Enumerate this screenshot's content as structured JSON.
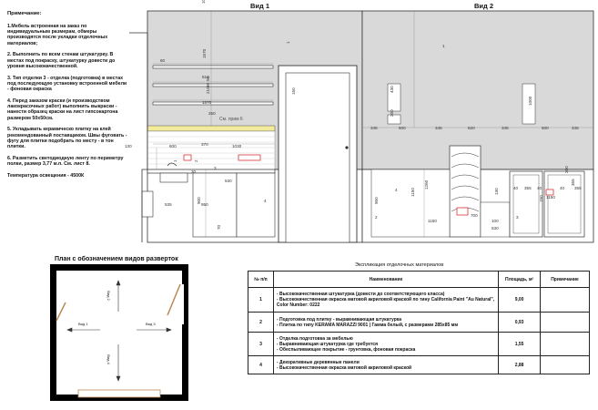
{
  "notes": {
    "heading": "Примечание:",
    "items": [
      "1.Мебель встроенная на заказ по индивидуальным размерам, обмеры производятся после укладки отделочных материалов;",
      "2. Выполнить по всем стенам штукатурку. В местах под покраску, штукатурку довести до уровня высококачественной.",
      "3. Тип отделки 3 - отделка (подготовка) в местах под последующую установку встроенной мебели - фоновая окраска",
      "4. Перед заказом краски (и производством лакокрасочных работ) выполнить выкраски - нанести образец краски на лист гипсокартона размером 50х50см.",
      "5. Укладывать керамическо плитку на клей рекомендованный поставщиком. Швы фуговать - фугу для плитки подобрать по месту - в тон плитки.",
      "6. Разметить светодиодную ленту по периметру полки, размер 3,77 м.п. См. лист 8.",
      "Температура освещения - 4500К"
    ]
  },
  "views": {
    "view1": "Вид 1",
    "view2": "Вид 2"
  },
  "elevation_labels": {
    "dims_view1": [
      "100",
      "60",
      "1570",
      "510",
      "50",
      "30",
      "210",
      "1570",
      "150",
      "1",
      "250",
      "600",
      "370",
      "1030",
      "130",
      "2",
      "1",
      "4",
      "3",
      "900",
      "535",
      "950",
      "70",
      "530",
      "30",
      "См. прим 6"
    ],
    "dims_view2": [
      "1",
      "430",
      "1000",
      "200",
      "345",
      "500",
      "345",
      "620",
      "345",
      "500",
      "345",
      "355",
      "130",
      "950",
      "4",
      "2",
      "1150",
      "1260",
      "1150",
      "700",
      "100",
      "530",
      "3",
      "40",
      "355",
      "40",
      "200",
      "150",
      "1150",
      "40",
      "355"
    ]
  },
  "plan": {
    "title": "План с обозначением видов разверток",
    "labels": [
      "Вид 1",
      "Вид 2",
      "Вид 3",
      "Вид 4"
    ]
  },
  "table": {
    "title": "Экспликация отделочных материалов",
    "headers": [
      "№ п/п",
      "Наименование",
      "Площадь, м²",
      "Примечание"
    ],
    "rows": [
      {
        "n": "1",
        "name": "- Высококачественная штукатурка (довести до соответствующего класса)\n- Высококачественная окраска матовой акриловой краской по тину California Paint \"Au Natural\", Color Number: 0222",
        "area": "9,00",
        "note": ""
      },
      {
        "n": "2",
        "name": "- Подготовка под плитку - выравнивающая штукатурка\n- Плитка по типу KERAMA MARAZZI 9001 | Гамма белый, с размерами 285х85 мм",
        "area": "0,93",
        "note": ""
      },
      {
        "n": "3",
        "name": "- Отделка подготовка за мебелью\n- Выравнивающая штукатурка где требуется\n- Обеспыливающее покрытие - грунтовка, фоновая покраска",
        "area": "1,55",
        "note": ""
      },
      {
        "n": "4",
        "name": "- Декоративные деревянные панели\n- Высококачественная окраска матовой акриловой краской",
        "area": "2,88",
        "note": ""
      }
    ]
  },
  "colors": {
    "wall": "#d9d9d9",
    "tile_band": "#f2ea9c",
    "line": "#333333",
    "outlet": "#d9343a"
  }
}
